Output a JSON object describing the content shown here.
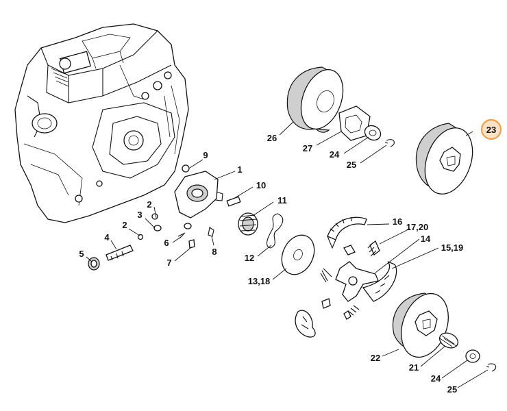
{
  "diagram": {
    "labels": {
      "p9": "9",
      "p1": "1",
      "p10": "10",
      "p11": "11",
      "p2a": "2",
      "p3": "3",
      "p2b": "2",
      "p4": "4",
      "p6": "6",
      "p7": "7",
      "p8": "8",
      "p5": "5",
      "p26": "26",
      "p27": "27",
      "p24a": "24",
      "p25a": "25",
      "p23": "23",
      "p12": "12",
      "p13_18": "13,18",
      "p16": "16",
      "p17_20": "17,20",
      "p14": "14",
      "p15_19": "15,19",
      "p22": "22",
      "p21": "21",
      "p24b": "24",
      "p25b": "25"
    },
    "highlight": {
      "color": "#f0a04b",
      "fill": "#fde3c5"
    }
  }
}
